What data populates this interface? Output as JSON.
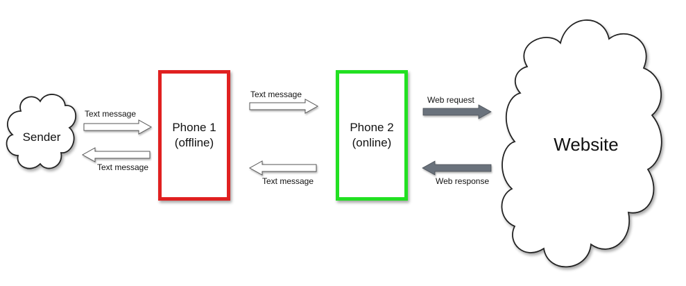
{
  "nodes": {
    "sender": {
      "label": "Sender"
    },
    "phone1": {
      "label": "Phone 1",
      "status": "(offline)",
      "border_color": "#e02020"
    },
    "phone2": {
      "label": "Phone 2",
      "status": "(online)",
      "border_color": "#22e022"
    },
    "website": {
      "label": "Website"
    }
  },
  "edges": {
    "sender_to_phone1": {
      "label": "Text message"
    },
    "phone1_to_sender": {
      "label": "Text message"
    },
    "phone1_to_phone2": {
      "label": "Text message"
    },
    "phone2_to_phone1": {
      "label": "Text message"
    },
    "phone2_to_website": {
      "label": "Web request"
    },
    "website_to_phone2": {
      "label": "Web response"
    }
  },
  "colors": {
    "hollow_arrow_fill": "#ffffff",
    "hollow_arrow_stroke": "#555555",
    "solid_arrow_fill": "#6b727c"
  }
}
